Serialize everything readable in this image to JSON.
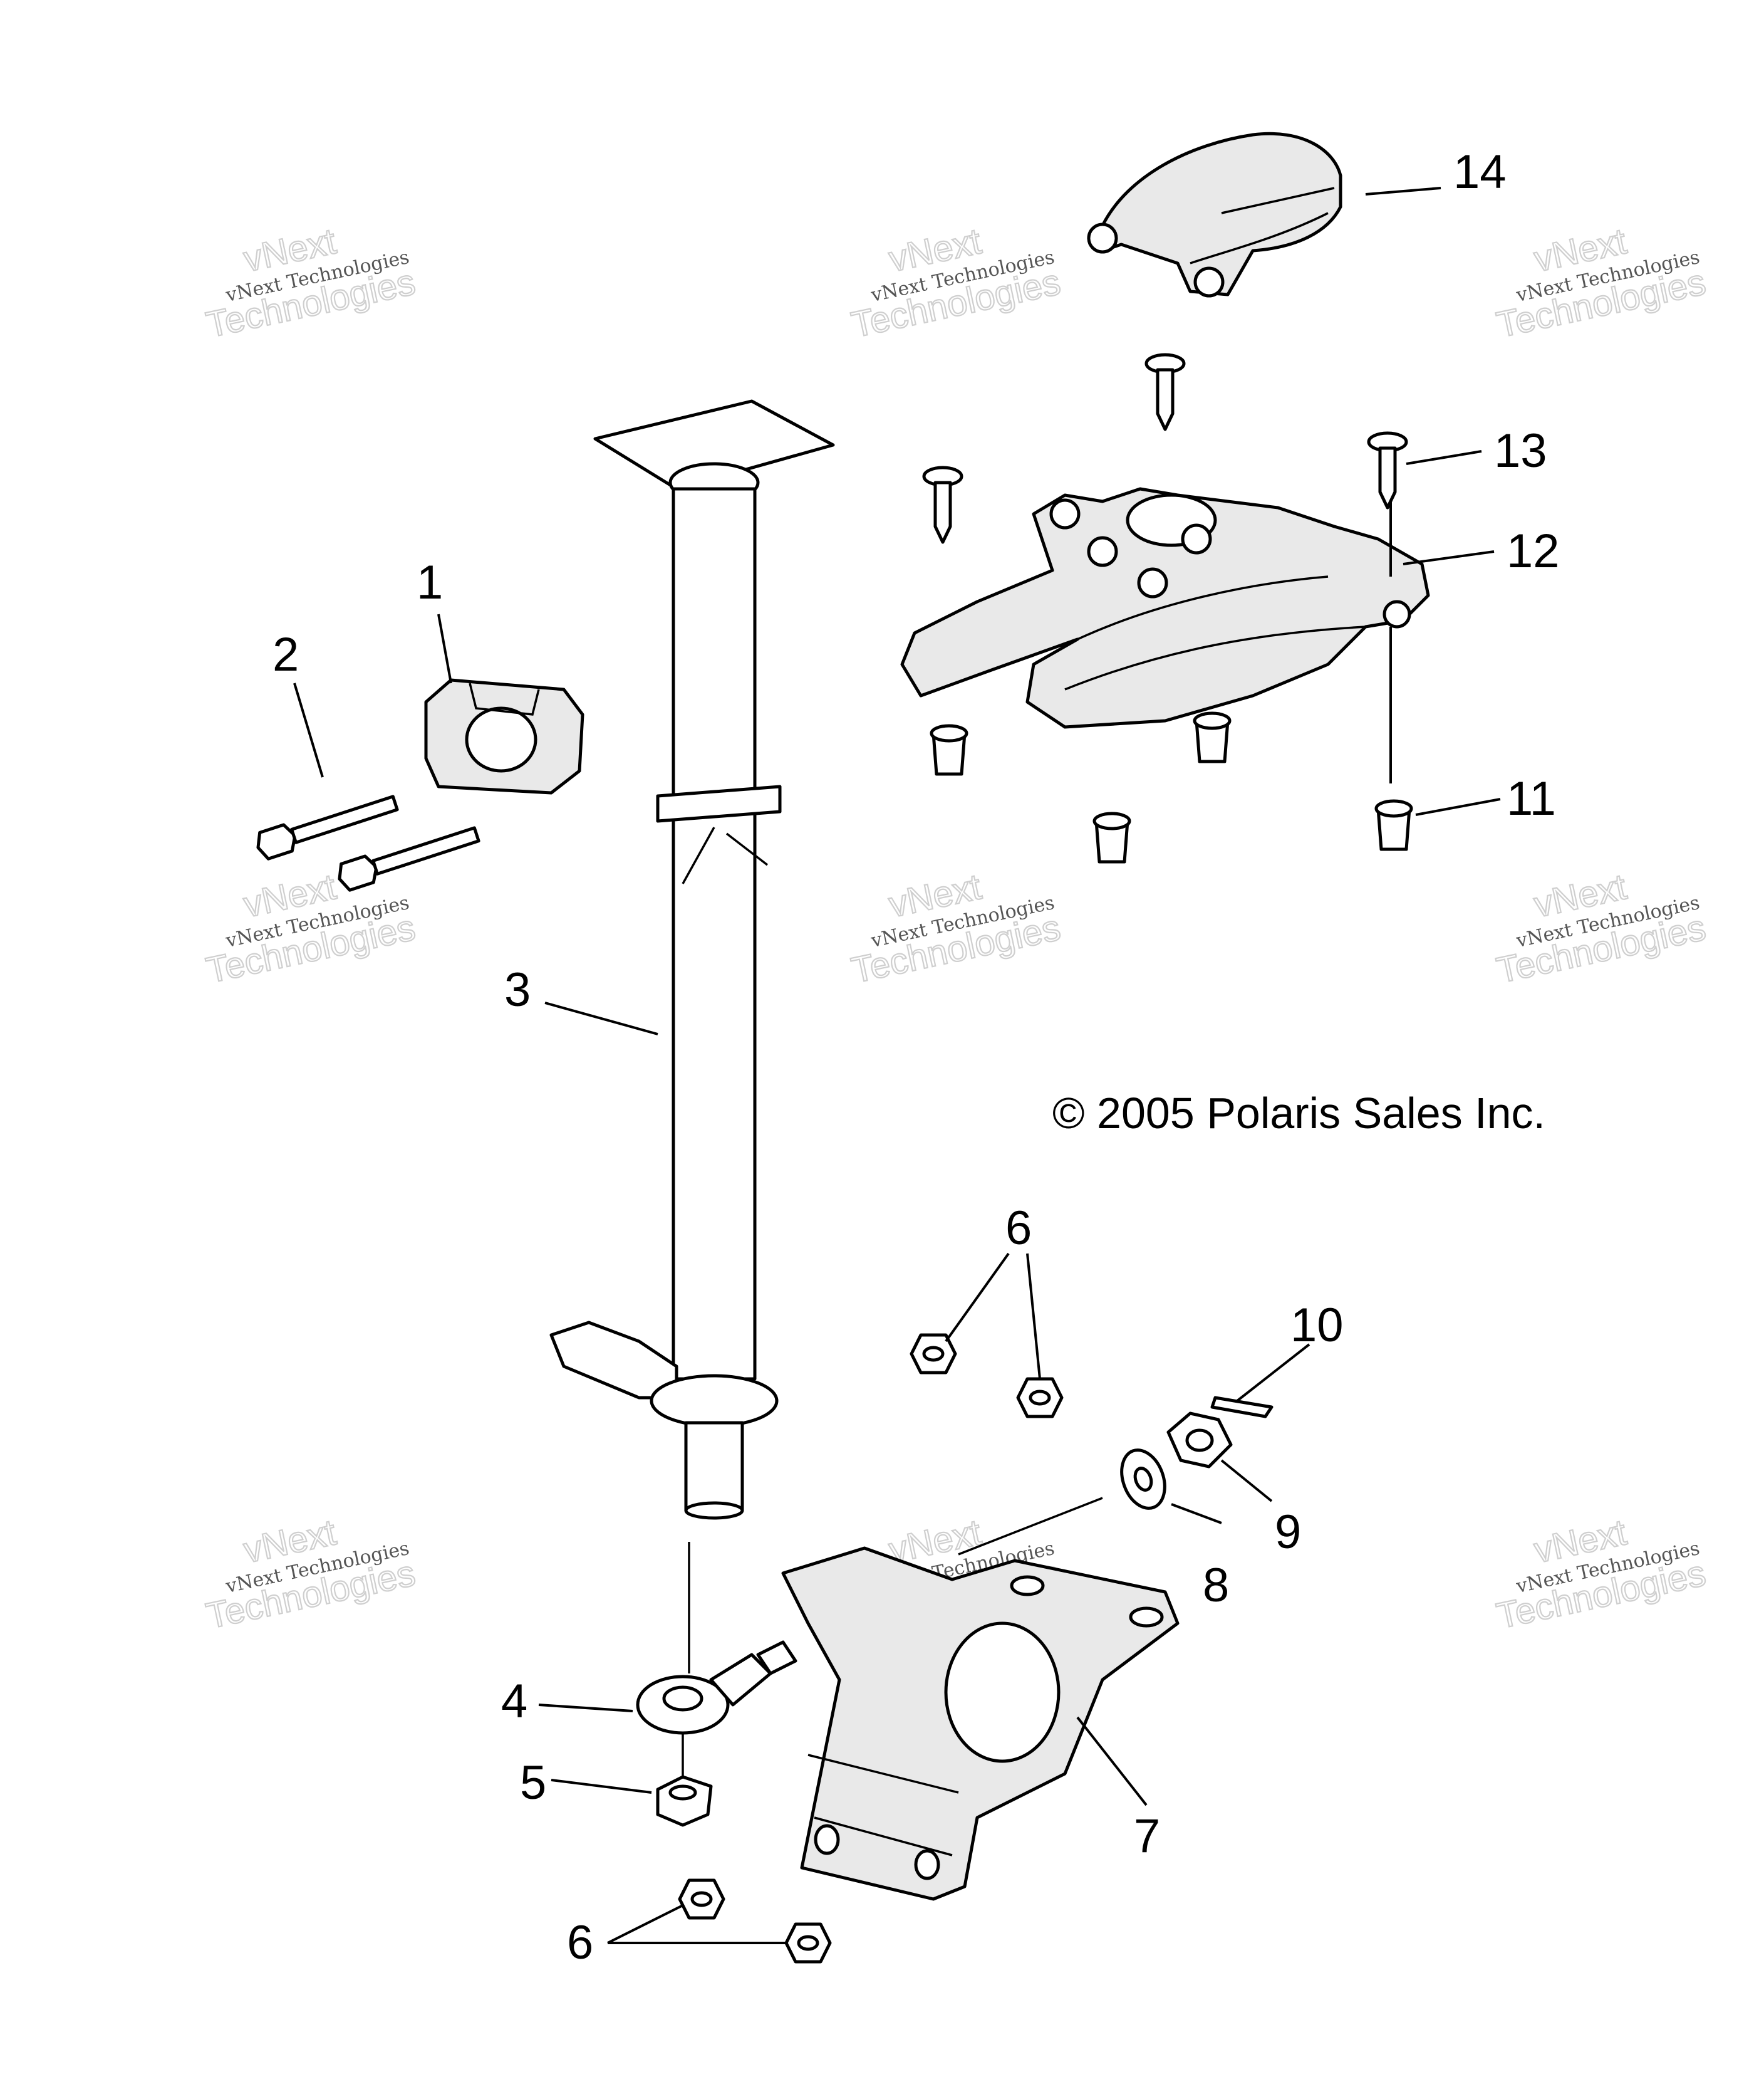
{
  "diagram": {
    "callouts": [
      {
        "id": "c1",
        "label": "1"
      },
      {
        "id": "c2",
        "label": "2"
      },
      {
        "id": "c3",
        "label": "3"
      },
      {
        "id": "c4",
        "label": "4"
      },
      {
        "id": "c5",
        "label": "5"
      },
      {
        "id": "c6a",
        "label": "6"
      },
      {
        "id": "c6b",
        "label": "6"
      },
      {
        "id": "c7",
        "label": "7"
      },
      {
        "id": "c8",
        "label": "8"
      },
      {
        "id": "c9",
        "label": "9"
      },
      {
        "id": "c10",
        "label": "10"
      },
      {
        "id": "c11",
        "label": "11"
      },
      {
        "id": "c12",
        "label": "12"
      },
      {
        "id": "c13",
        "label": "13"
      },
      {
        "id": "c14",
        "label": "14"
      }
    ],
    "copyright": "© 2005 Polaris Sales Inc."
  },
  "watermark": {
    "line_small": "vNext Technologies",
    "line_big_1": "vNext",
    "line_big_2": "Technologies"
  }
}
